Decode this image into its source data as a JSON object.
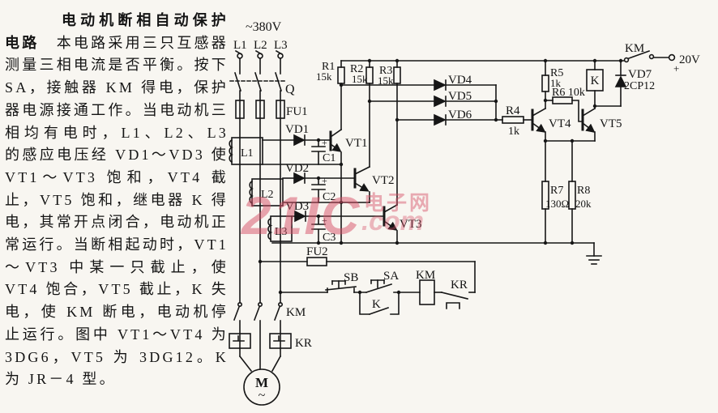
{
  "description": {
    "title": "电动机断相自动保护电路",
    "body": "　本电路采用三只互感器测量三相电流是否平衡。按下 SA，接触器 KM 得电，保护器电源接通工作。当电动机三相均有电时，L1、L2、L3 的感应电压经 VD1～VD3 使 VT1～VT3 饱和，VT4 截止，VT5 饱和，继电器 K 得电，其常开点闭合，电动机正常运行。当断相起动时，VT1～VT3 中某一只截止，使 VT4 饱合，VT5 截止，K 失电，使 KM 断电，电动机停止运行。图中 VT1～VT4 为 3DG6，VT5 为 3DG12。K 为 JR－4 型。"
  },
  "watermark": {
    "brand": "21IC",
    "site_cn": "电子网",
    "suffix": ".com"
  },
  "schematic": {
    "supply_voltage": "~380V",
    "phases": [
      "L1",
      "L2",
      "L3"
    ],
    "breaker": "Q",
    "fuses": {
      "fu1": "FU1",
      "fu2": "FU2"
    },
    "diodes": {
      "vd1": "VD1",
      "vd2": "VD2",
      "vd3": "VD3",
      "vd4": "VD4",
      "vd5": "VD5",
      "vd6": "VD6",
      "vd7": "VD7",
      "vd7_type": "2CP12"
    },
    "capacitors": {
      "c1": "C1",
      "c2": "C2",
      "c3": "C3",
      "polarity": "+"
    },
    "transistors": {
      "vt1": "VT1",
      "vt2": "VT2",
      "vt3": "VT3",
      "vt4": "VT4",
      "vt5": "VT5"
    },
    "resistors": {
      "r1": {
        "name": "R1",
        "value": "15k"
      },
      "r2": {
        "name": "R2",
        "value": "15k"
      },
      "r3": {
        "name": "R3",
        "value": "15k"
      },
      "r4": {
        "name": "R4",
        "value": "1k"
      },
      "r5": {
        "name": "R5",
        "value": "1k"
      },
      "r6": {
        "name": "R6 10k"
      },
      "r7": {
        "name": "R7",
        "value": "130Ω"
      },
      "r8": {
        "name": "R8",
        "value": "20k"
      }
    },
    "relay": {
      "coil": "K",
      "contact": "K"
    },
    "contactor": {
      "aux_switch": "KM",
      "coil": "KM",
      "main_contacts": "KM"
    },
    "thermal_relay": {
      "contact": "KR",
      "heater": "KR"
    },
    "buttons": {
      "stop": "SB",
      "start": "SA"
    },
    "motor": {
      "symbol": "M",
      "ac": "~"
    },
    "dc_supply": {
      "voltage": "20V",
      "polarity": "+"
    }
  }
}
